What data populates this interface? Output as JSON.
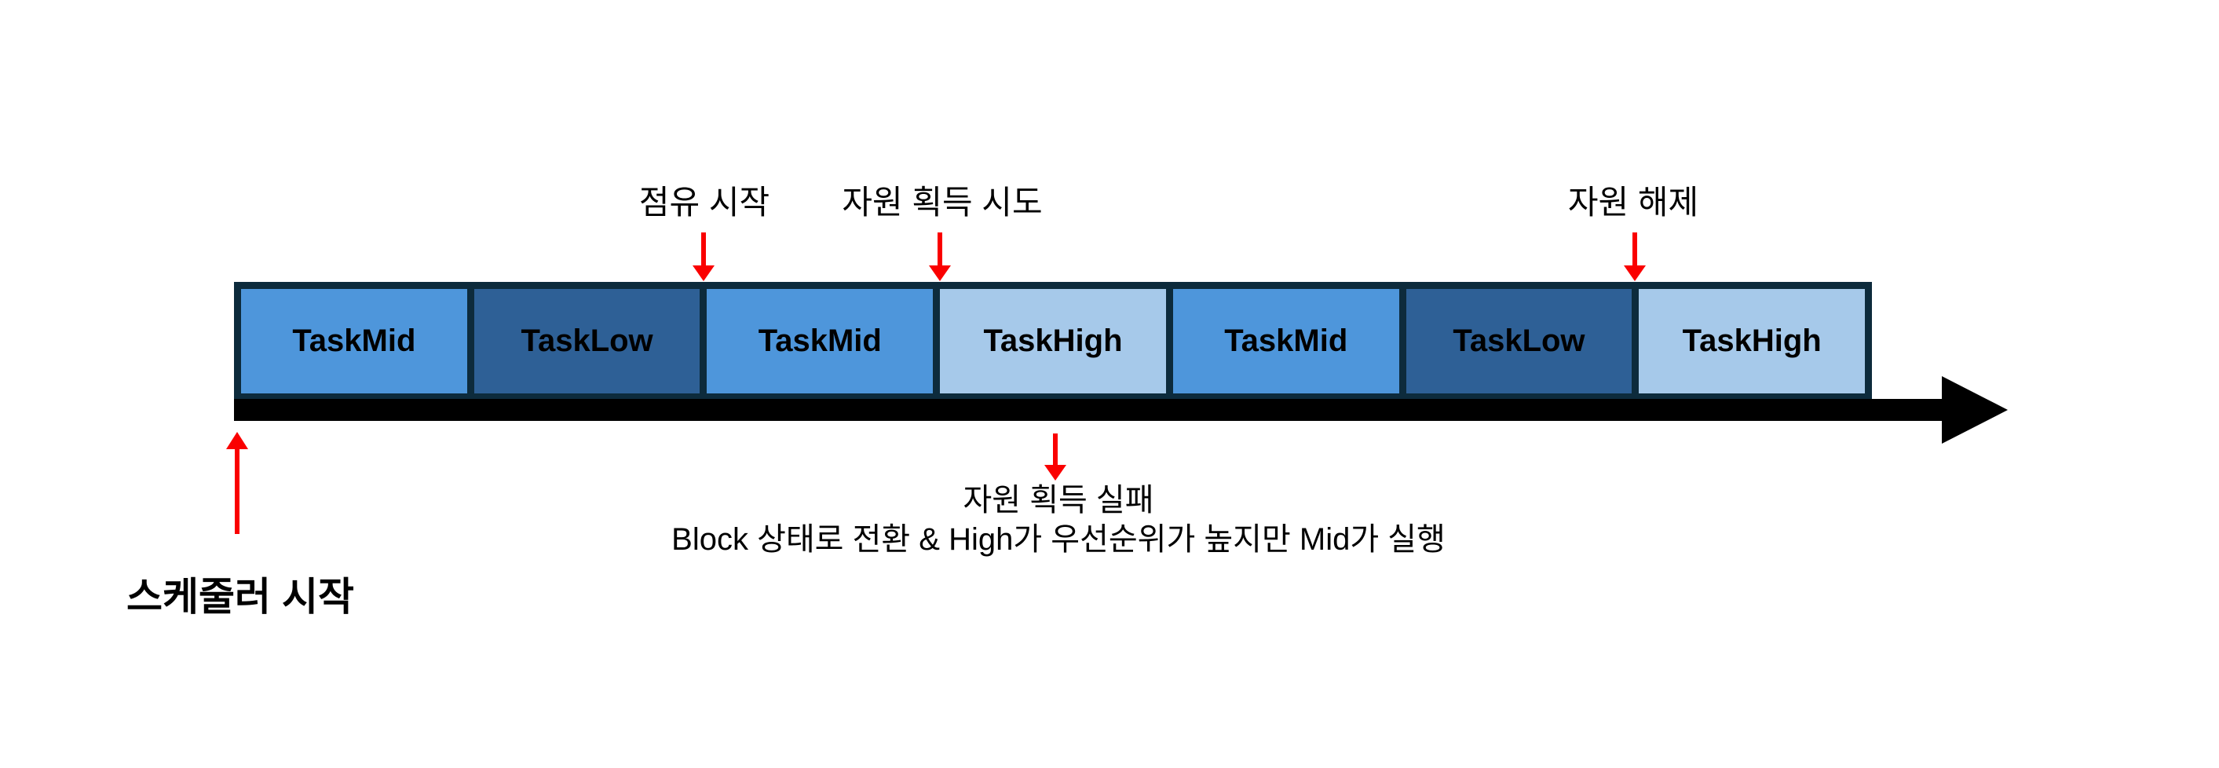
{
  "colors": {
    "task_mid": "#4E96DB",
    "task_low": "#2E6096",
    "task_high": "#A6C9EA",
    "frame": "#0D2B3C",
    "arrow_red": "#FA0000",
    "axis_black": "#000000"
  },
  "timeline": {
    "blocks": [
      {
        "label": "TaskMid",
        "color": "#4E96DB"
      },
      {
        "label": "TaskLow",
        "color": "#2E6096"
      },
      {
        "label": "TaskMid",
        "color": "#4E96DB"
      },
      {
        "label": "TaskHigh",
        "color": "#A6C9EA"
      },
      {
        "label": "TaskMid",
        "color": "#4E96DB"
      },
      {
        "label": "TaskLow",
        "color": "#2E6096"
      },
      {
        "label": "TaskHigh",
        "color": "#A6C9EA"
      }
    ]
  },
  "annotations": {
    "top": [
      {
        "label": "점유 시작"
      },
      {
        "label": "자원 획득 시도"
      },
      {
        "label": "자원 해제"
      }
    ],
    "bottom_left": {
      "label": "스케줄러 시작"
    },
    "bottom_center": {
      "line1": "자원 획득 실패",
      "line2": "Block 상태로 전환 & High가 우선순위가 높지만 Mid가 실행"
    }
  }
}
